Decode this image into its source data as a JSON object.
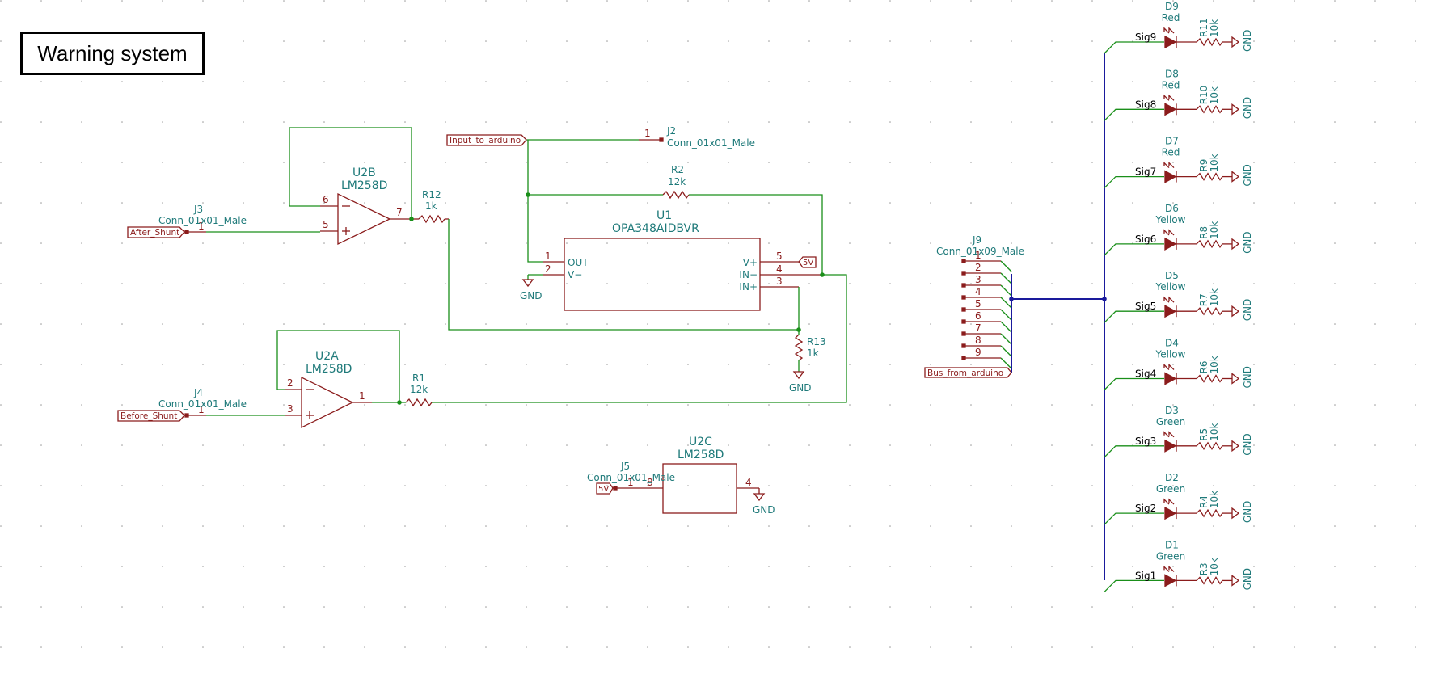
{
  "title": "Warning system",
  "power_labels": {
    "gnd": "GND",
    "v5": "5V"
  },
  "u2b": {
    "ref": "U2B",
    "value": "LM258D",
    "pins": [
      "6",
      "5",
      "7"
    ]
  },
  "u2a": {
    "ref": "U2A",
    "value": "LM258D",
    "pins": [
      "2",
      "3",
      "1"
    ]
  },
  "u2c": {
    "ref": "U2C",
    "value": "LM258D",
    "pins": [
      "8",
      "4"
    ]
  },
  "u1": {
    "ref": "U1",
    "value": "OPA348AIDBVR",
    "pins_left": [
      {
        "num": "1",
        "name": "OUT"
      },
      {
        "num": "2",
        "name": "V−"
      }
    ],
    "pins_right": [
      {
        "num": "5",
        "name": "V+"
      },
      {
        "num": "4",
        "name": "IN−"
      },
      {
        "num": "3",
        "name": "IN+"
      }
    ]
  },
  "j2": {
    "ref": "J2",
    "value": "Conn_01x01_Male",
    "pin": "1",
    "label": "Input_to_arduino"
  },
  "j3": {
    "ref": "J3",
    "value": "Conn_01x01_Male",
    "pin": "1",
    "label": "After_Shunt"
  },
  "j4": {
    "ref": "J4",
    "value": "Conn_01x01_Male",
    "pin": "1",
    "label": "Before_Shunt"
  },
  "j5": {
    "ref": "J5",
    "value": "Conn_01x01_Male",
    "pin": "1"
  },
  "j9": {
    "ref": "J9",
    "value": "Conn_01x09_Male",
    "pins": [
      "1",
      "2",
      "3",
      "4",
      "5",
      "6",
      "7",
      "8",
      "9"
    ],
    "label": "Bus_from_arduino"
  },
  "resistors": {
    "r1": {
      "ref": "R1",
      "value": "12k"
    },
    "r2": {
      "ref": "R2",
      "value": "12k"
    },
    "r12": {
      "ref": "R12",
      "value": "1k"
    },
    "r13": {
      "ref": "R13",
      "value": "1k"
    }
  },
  "leds": [
    {
      "ref": "D9",
      "color": "Red",
      "signal": "Sig9",
      "res_ref": "R11",
      "res_val": "10k"
    },
    {
      "ref": "D8",
      "color": "Red",
      "signal": "Sig8",
      "res_ref": "R10",
      "res_val": "10k"
    },
    {
      "ref": "D7",
      "color": "Red",
      "signal": "Sig7",
      "res_ref": "R9",
      "res_val": "10k"
    },
    {
      "ref": "D6",
      "color": "Yellow",
      "signal": "Sig6",
      "res_ref": "R8",
      "res_val": "10k"
    },
    {
      "ref": "D5",
      "color": "Yellow",
      "signal": "Sig5",
      "res_ref": "R7",
      "res_val": "10k"
    },
    {
      "ref": "D4",
      "color": "Yellow",
      "signal": "Sig4",
      "res_ref": "R6",
      "res_val": "10k"
    },
    {
      "ref": "D3",
      "color": "Green",
      "signal": "Sig3",
      "res_ref": "R5",
      "res_val": "10k"
    },
    {
      "ref": "D2",
      "color": "Green",
      "signal": "Sig2",
      "res_ref": "R4",
      "res_val": "10k"
    },
    {
      "ref": "D1",
      "color": "Green",
      "signal": "Sig1",
      "res_ref": "R3",
      "res_val": "10k"
    }
  ],
  "colors": {
    "wire": "#1a8f1a",
    "bus": "#1a1a9c",
    "symbol": "#8b1c1c",
    "text": "#1f7a7a"
  }
}
